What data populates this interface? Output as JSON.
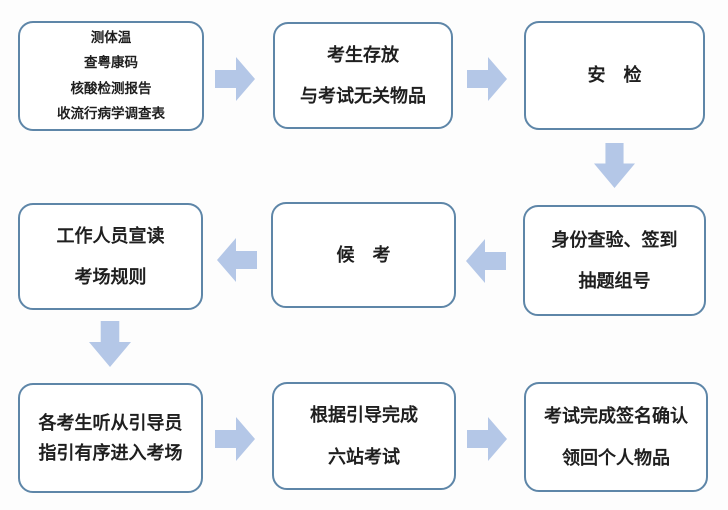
{
  "flowchart": {
    "colors": {
      "background": "#fdfdfd",
      "box_border": "#5e86a8",
      "arrow_fill": "#b4c7e7",
      "text": "#1f1f1f"
    },
    "nodes": [
      {
        "name": "pre-entry-checks",
        "lines": [
          "测体温",
          "查粤康码",
          "核酸检测报告",
          "收流行病学调查表"
        ]
      },
      {
        "name": "store-items",
        "lines": [
          "考生存放",
          "与考试无关物品"
        ]
      },
      {
        "name": "security-check",
        "lines": [
          "安　检"
        ]
      },
      {
        "name": "identity-check-sign-in",
        "lines": [
          "身份查验、签到",
          "抽题组号"
        ]
      },
      {
        "name": "waiting",
        "lines": [
          "候　考"
        ]
      },
      {
        "name": "staff-announce-rules",
        "lines": [
          "工作人员宣读",
          "考场规则"
        ]
      },
      {
        "name": "enter-exam-room",
        "lines": [
          "各考生听从引导员",
          "指引有序进入考场"
        ]
      },
      {
        "name": "six-station-exam",
        "lines": [
          "根据引导完成",
          "六站考试"
        ]
      },
      {
        "name": "sign-and-retrieve",
        "lines": [
          "考试完成签名确认",
          "领回个人物品"
        ]
      }
    ],
    "arrows": [
      {
        "from": "pre-entry-checks",
        "to": "store-items",
        "direction": "right"
      },
      {
        "from": "store-items",
        "to": "security-check",
        "direction": "right"
      },
      {
        "from": "security-check",
        "to": "identity-check-sign-in",
        "direction": "down"
      },
      {
        "from": "identity-check-sign-in",
        "to": "waiting",
        "direction": "left"
      },
      {
        "from": "waiting",
        "to": "staff-announce-rules",
        "direction": "left"
      },
      {
        "from": "staff-announce-rules",
        "to": "enter-exam-room",
        "direction": "down"
      },
      {
        "from": "enter-exam-room",
        "to": "six-station-exam",
        "direction": "right"
      },
      {
        "from": "six-station-exam",
        "to": "sign-and-retrieve",
        "direction": "right"
      }
    ]
  }
}
